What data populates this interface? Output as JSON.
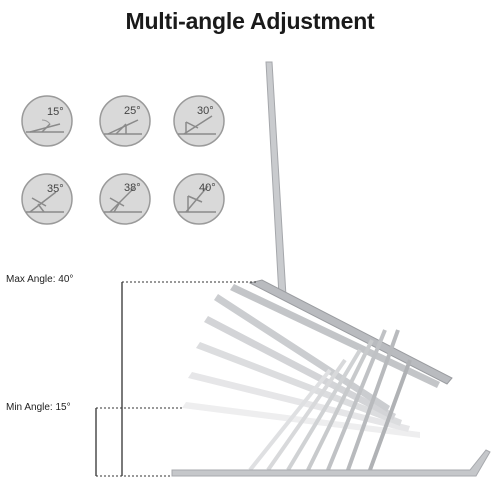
{
  "title": "Multi-angle Adjustment",
  "icons": [
    {
      "label": "15°",
      "name": "angle-15-icon"
    },
    {
      "label": "25°",
      "name": "angle-25-icon"
    },
    {
      "label": "30°",
      "name": "angle-30-icon"
    },
    {
      "label": "35°",
      "name": "angle-35-icon"
    },
    {
      "label": "38°",
      "name": "angle-38-icon"
    },
    {
      "label": "40°",
      "name": "angle-40-icon"
    }
  ],
  "max_angle_label": "Max Angle: 40°",
  "min_angle_label": "Min Angle: 15°",
  "colors": {
    "icon_fill": "#d9d9d9",
    "icon_stroke": "#8a8a8a",
    "stand_silver": "#c8c9cc",
    "laptop_dark": "#9a9ca0",
    "dotted_line": "#333333"
  }
}
